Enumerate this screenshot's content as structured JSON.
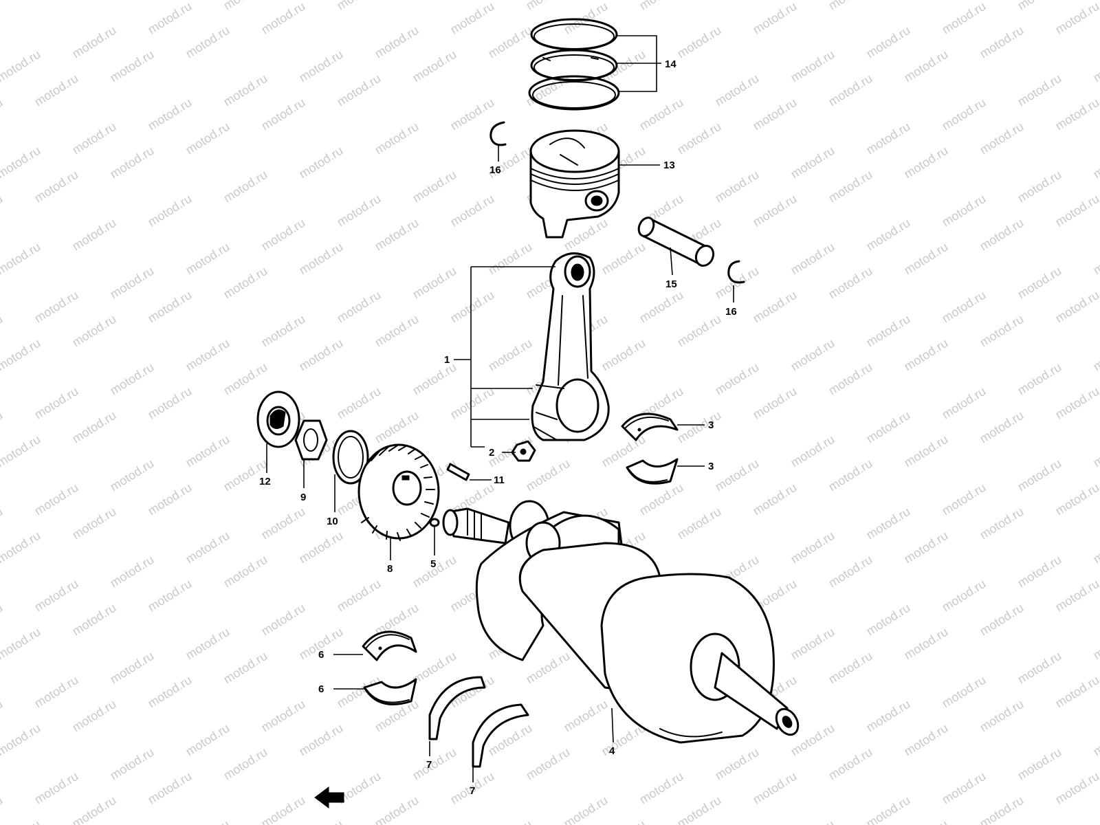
{
  "watermark": {
    "text": "motod.ru"
  },
  "callouts": [
    {
      "id": "14",
      "text": "14"
    },
    {
      "id": "13",
      "text": "13"
    },
    {
      "id": "16a",
      "text": "16"
    },
    {
      "id": "16b",
      "text": "16"
    },
    {
      "id": "15",
      "text": "15"
    },
    {
      "id": "1",
      "text": "1"
    },
    {
      "id": "2",
      "text": "2"
    },
    {
      "id": "3a",
      "text": "3"
    },
    {
      "id": "3b",
      "text": "3"
    },
    {
      "id": "11",
      "text": "11"
    },
    {
      "id": "12",
      "text": "12"
    },
    {
      "id": "9",
      "text": "9"
    },
    {
      "id": "10",
      "text": "10"
    },
    {
      "id": "8",
      "text": "8"
    },
    {
      "id": "5",
      "text": "5"
    },
    {
      "id": "6a",
      "text": "6"
    },
    {
      "id": "6b",
      "text": "6"
    },
    {
      "id": "7a",
      "text": "7"
    },
    {
      "id": "7b",
      "text": "7"
    },
    {
      "id": "4",
      "text": "4"
    }
  ],
  "icons": {
    "front_arrow": "front-arrow-icon"
  },
  "colors": {
    "line": "#000000",
    "watermark": "#c9c9c9",
    "background": "#ffffff"
  }
}
